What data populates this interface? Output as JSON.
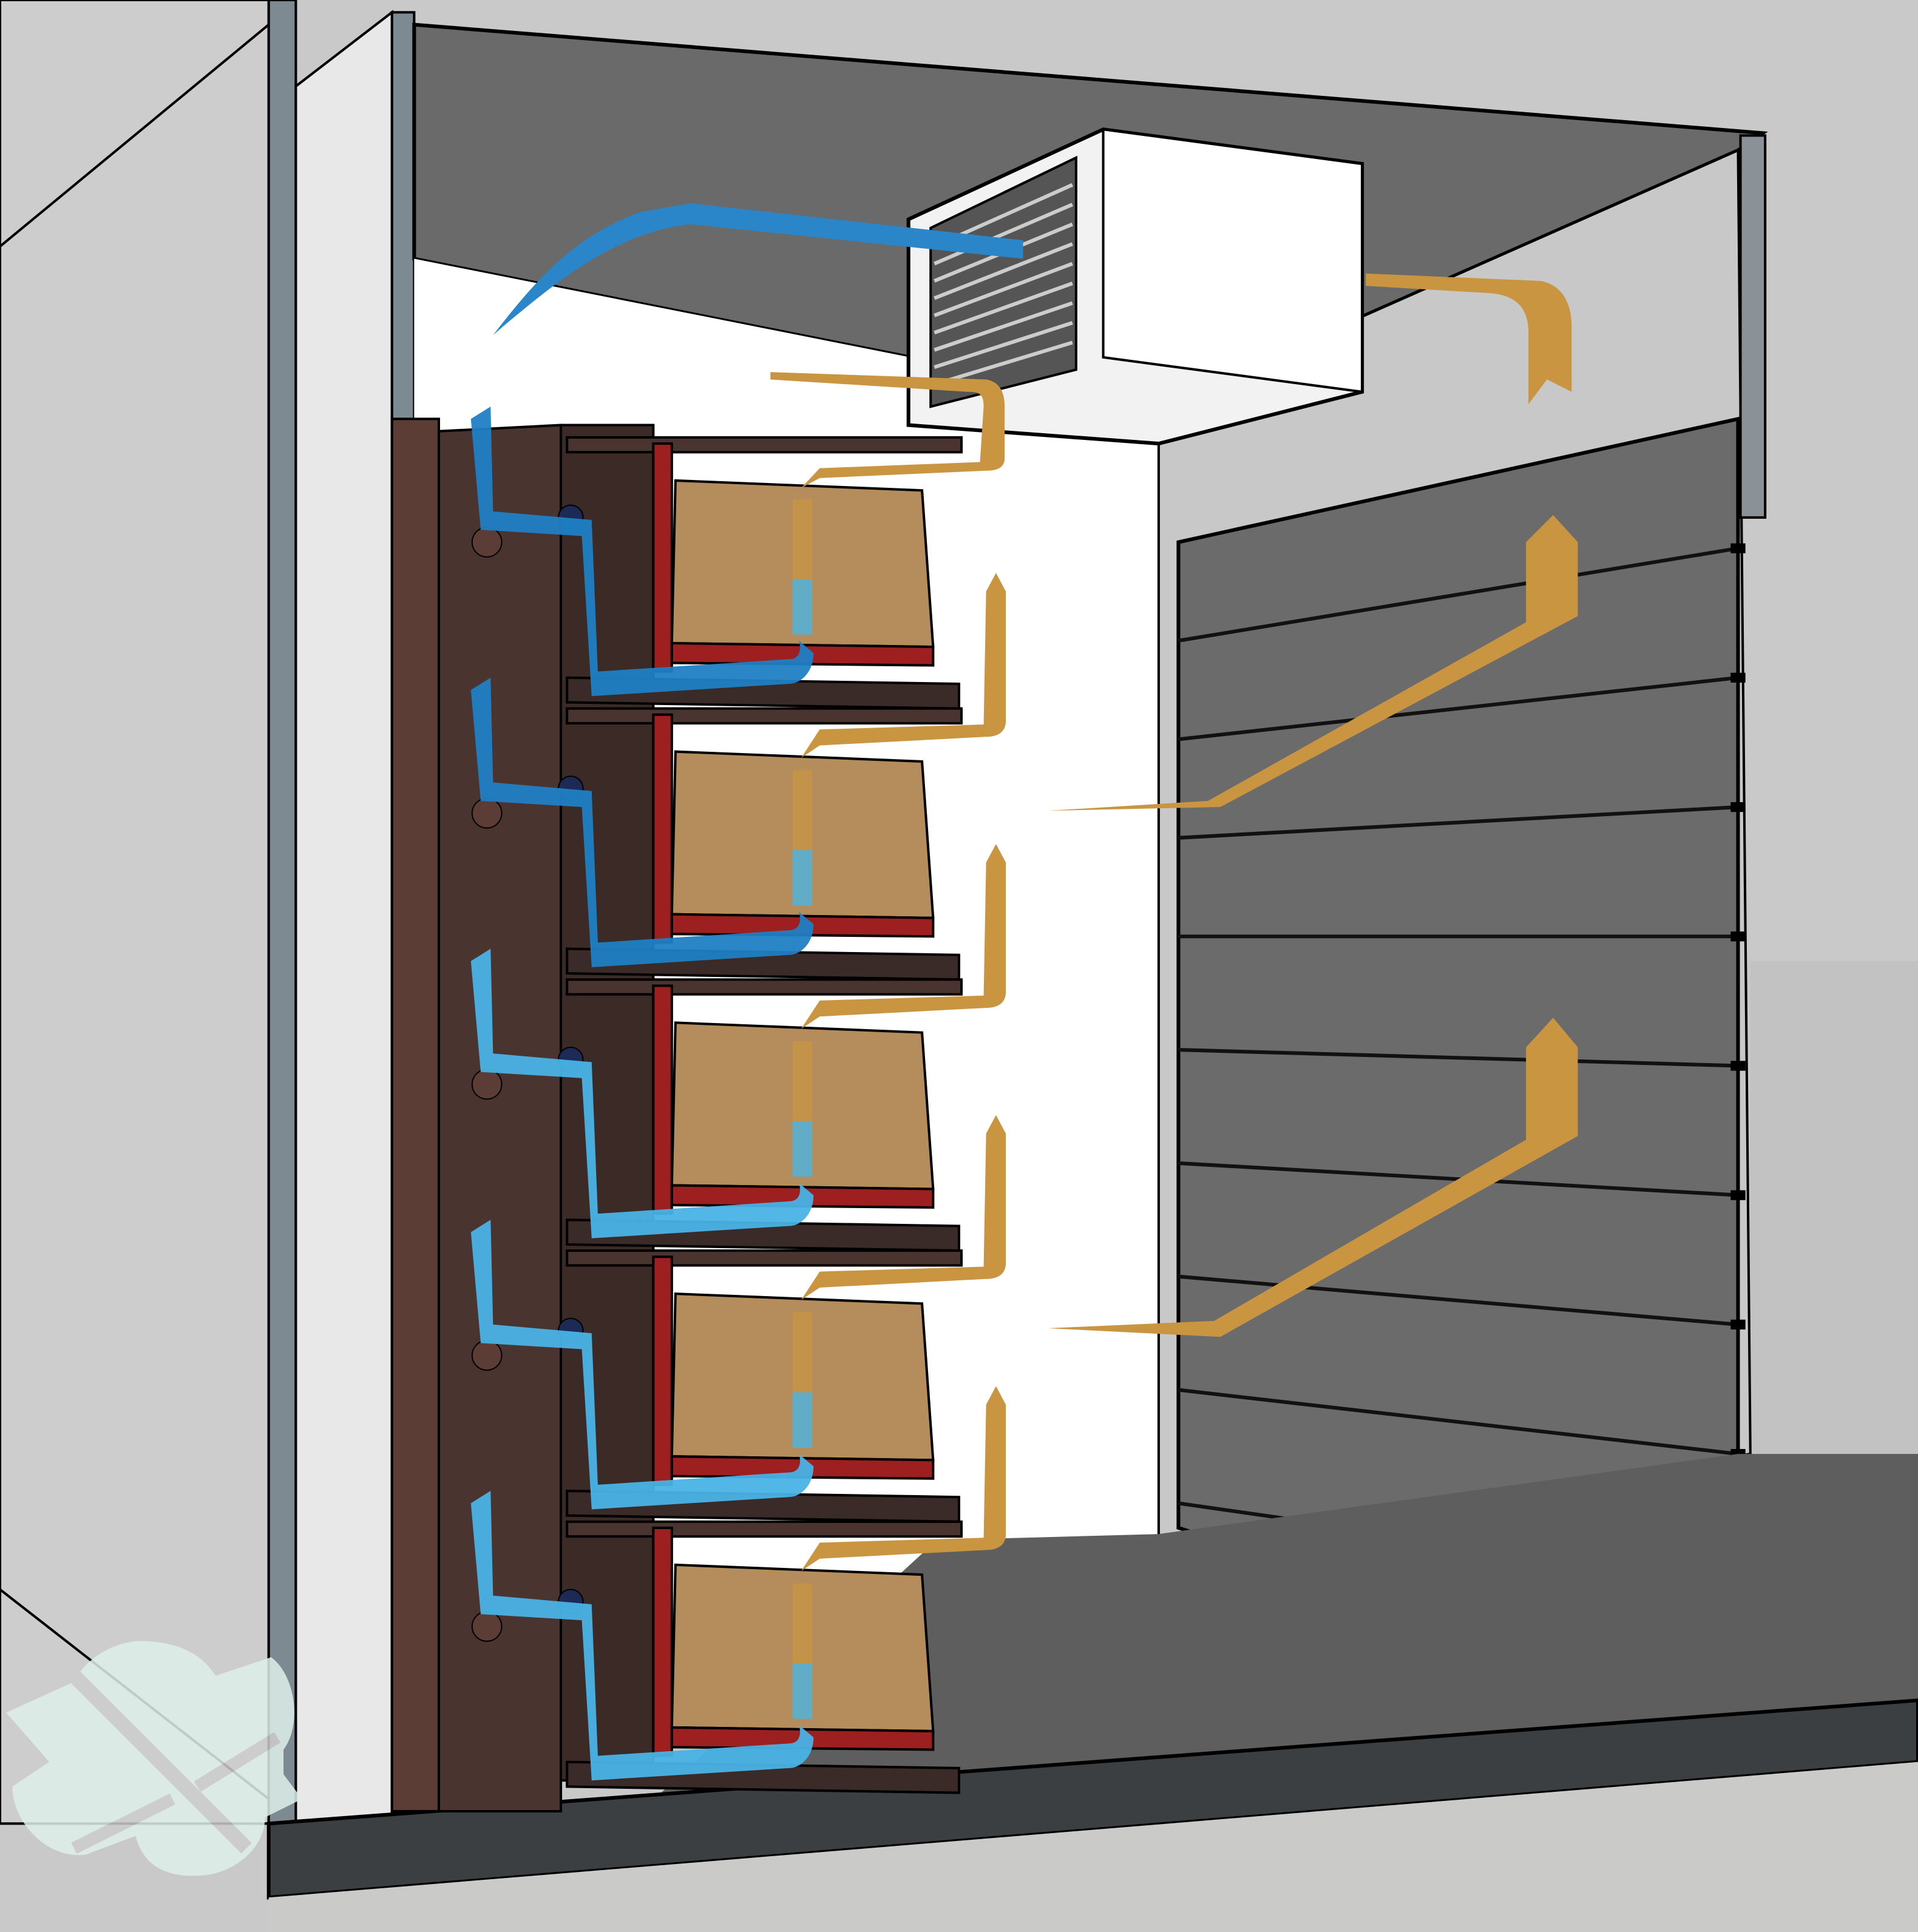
{
  "diagram": {
    "subject": "drying-room-airflow",
    "colors": {
      "cool_air": "#1f7fc4",
      "cool_air_light": "#49b3e6",
      "warm_air": "#c99541",
      "shelf_frame": "#4a3430",
      "tray_red": "#9e1f1f",
      "product": "#b58d5c",
      "ceiling": "#6a6a6a",
      "wall_light": "#cfcfcf",
      "back_wall": "#ffffff",
      "shutter": "#6b6b6b",
      "floor": "#5e5e5e",
      "logo": "#dff0ea"
    },
    "icons": [
      "air-conditioner-unit",
      "cool-airflow-arrow",
      "warm-airflow-arrow",
      "watermark-logo"
    ]
  }
}
